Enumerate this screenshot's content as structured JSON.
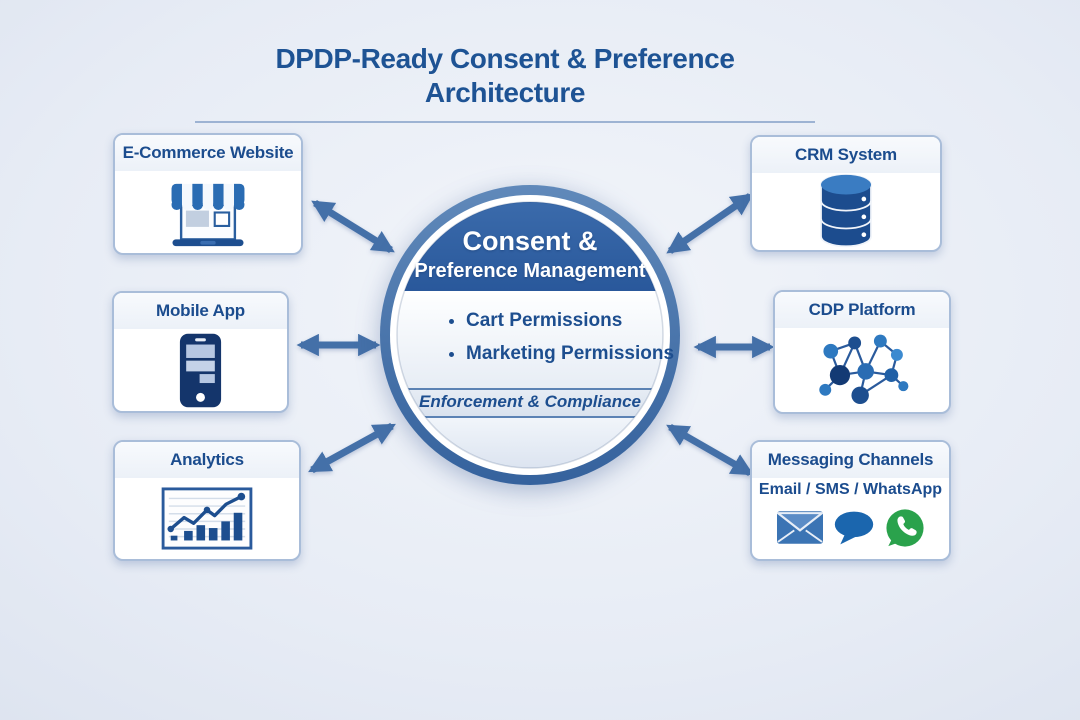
{
  "title": "DPDP-Ready Consent & Preference Architecture",
  "center": {
    "heading_line1": "Consent &",
    "heading_line2": "Preference Management",
    "bullets": [
      "Cart Permissions",
      "Marketing Permissions"
    ],
    "footer_band": "Enforcement & Compliance"
  },
  "boxes": {
    "ecommerce": {
      "label": "E-Commerce Website",
      "icon": "storefront-icon"
    },
    "mobile": {
      "label": "Mobile App",
      "icon": "smartphone-icon"
    },
    "analytics": {
      "label": "Analytics",
      "icon": "bar-chart-icon"
    },
    "crm": {
      "label": "CRM System",
      "icon": "database-icon"
    },
    "cdp": {
      "label": "CDP Platform",
      "icon": "network-graph-icon"
    },
    "messaging": {
      "label": "Messaging Channels",
      "sublabel": "Email / SMS / WhatsApp",
      "icons": [
        "email-icon",
        "sms-bubble-icon",
        "whatsapp-icon"
      ]
    }
  },
  "connections": [
    "ecommerce-center",
    "mobile-center",
    "analytics-center",
    "crm-center",
    "cdp-center",
    "messaging-center"
  ],
  "colors": {
    "title_text": "#1e5394",
    "box_label_text": "#1b4c8e",
    "box_border": "#a9bdd9",
    "circle_header_bg": "#2c5fa5",
    "circle_ring": "#44719f",
    "arrow": "#4470a8",
    "band_line": "#5b82b4",
    "dark_icon_blue": "#1d4e8f",
    "whatsapp_green": "#2aa24c"
  }
}
